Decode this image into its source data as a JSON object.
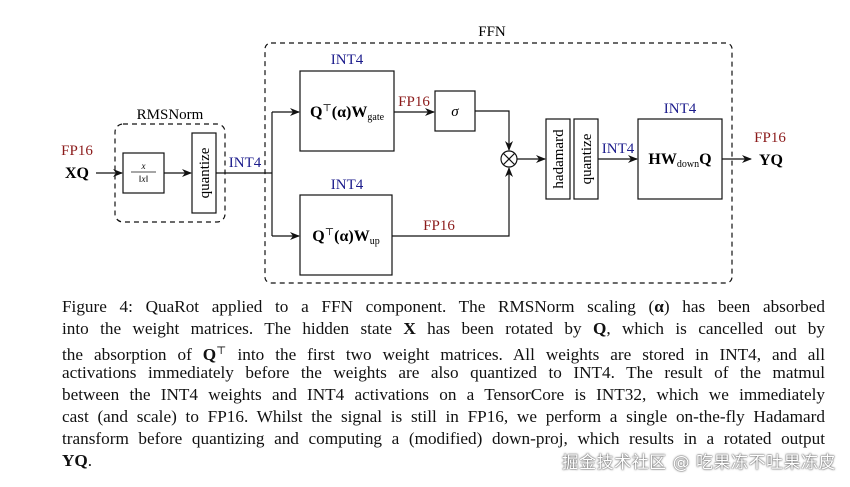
{
  "diagram": {
    "ffn_label": "FFN",
    "rmsnorm_label": "RMSNorm",
    "input": {
      "precision": "FP16",
      "label": "XQ"
    },
    "norm_numerator": "x",
    "norm_denominator": "‖x‖",
    "quantize_label": "quantize",
    "int4_after_norm": "INT4",
    "gate": {
      "precision": "INT4",
      "main": "Q",
      "sup": "⊤",
      "alpha": "(α)",
      "w": "W",
      "sub": "gate",
      "out_precision": "FP16"
    },
    "up": {
      "precision": "INT4",
      "main": "Q",
      "sup": "⊤",
      "alpha": "(α)",
      "w": "W",
      "sub": "up",
      "out_precision": "FP16"
    },
    "sigma_label": "σ",
    "multiply_symbol": "×",
    "hadamard_label": "hadamard",
    "quantize2_label": "quantize",
    "int4_after_quantize": "INT4",
    "down": {
      "precision": "INT4",
      "h": "HW",
      "sub": "down",
      "q": "Q"
    },
    "output": {
      "precision": "FP16",
      "label": "YQ"
    },
    "colors": {
      "fp16": "#8b1a1a",
      "int4": "#1c1c8c"
    }
  },
  "caption": {
    "lines": [
      [
        {
          "t": "Figure 4: QuaRot applied to a FFN component. The RMSNorm scaling ("
        },
        {
          "t": "α",
          "b": true
        },
        {
          "t": ") has been absorbed"
        }
      ],
      [
        {
          "t": "into the weight matrices. The hidden state "
        },
        {
          "t": "X",
          "b": true
        },
        {
          "t": " has been rotated by "
        },
        {
          "t": "Q",
          "b": true
        },
        {
          "t": ", which is cancelled out by"
        }
      ],
      [
        {
          "t": "the absorption of "
        },
        {
          "t": "Q",
          "b": true
        },
        {
          "t": "⊤"
        },
        {
          "t": " into the first two weight matrices. All weights are stored in INT4, and all"
        }
      ],
      [
        {
          "t": "activations immediately before the weights are also quantized to INT4. The result of the matmul"
        }
      ],
      [
        {
          "t": "between the INT4 weights and INT4 activations on a TensorCore is INT32, which we immediately"
        }
      ],
      [
        {
          "t": "cast (and scale) to FP16. Whilst the signal is still in FP16, we perform a single on-the-fly Hadamard"
        }
      ],
      [
        {
          "t": "transform before quantizing and computing a (modified) down-proj, which results in a rotated output"
        }
      ],
      [
        {
          "t": "YQ",
          "b": true
        },
        {
          "t": "."
        }
      ]
    ]
  },
  "watermark": "掘金技术社区 @ 吃果冻不吐果冻皮"
}
